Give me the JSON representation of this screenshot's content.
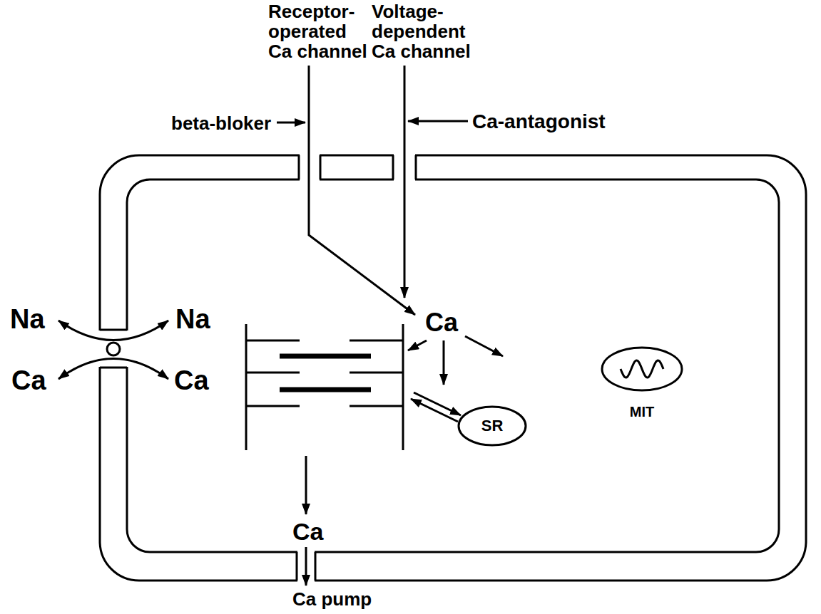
{
  "diagram": {
    "nodes": [
      {
        "text": [
          "MIT"
        ]
      },
      {
        "text": [
          "SR"
        ]
      }
    ],
    "labels": [
      "Receptor- operated Ca channel",
      "Voltage- dependent Ca channel",
      "beta-bloker",
      "Ca-antagonist",
      "Na",
      "Na",
      "Ca",
      "Ca",
      "Ca",
      "Ca",
      "Ca pump"
    ]
  }
}
